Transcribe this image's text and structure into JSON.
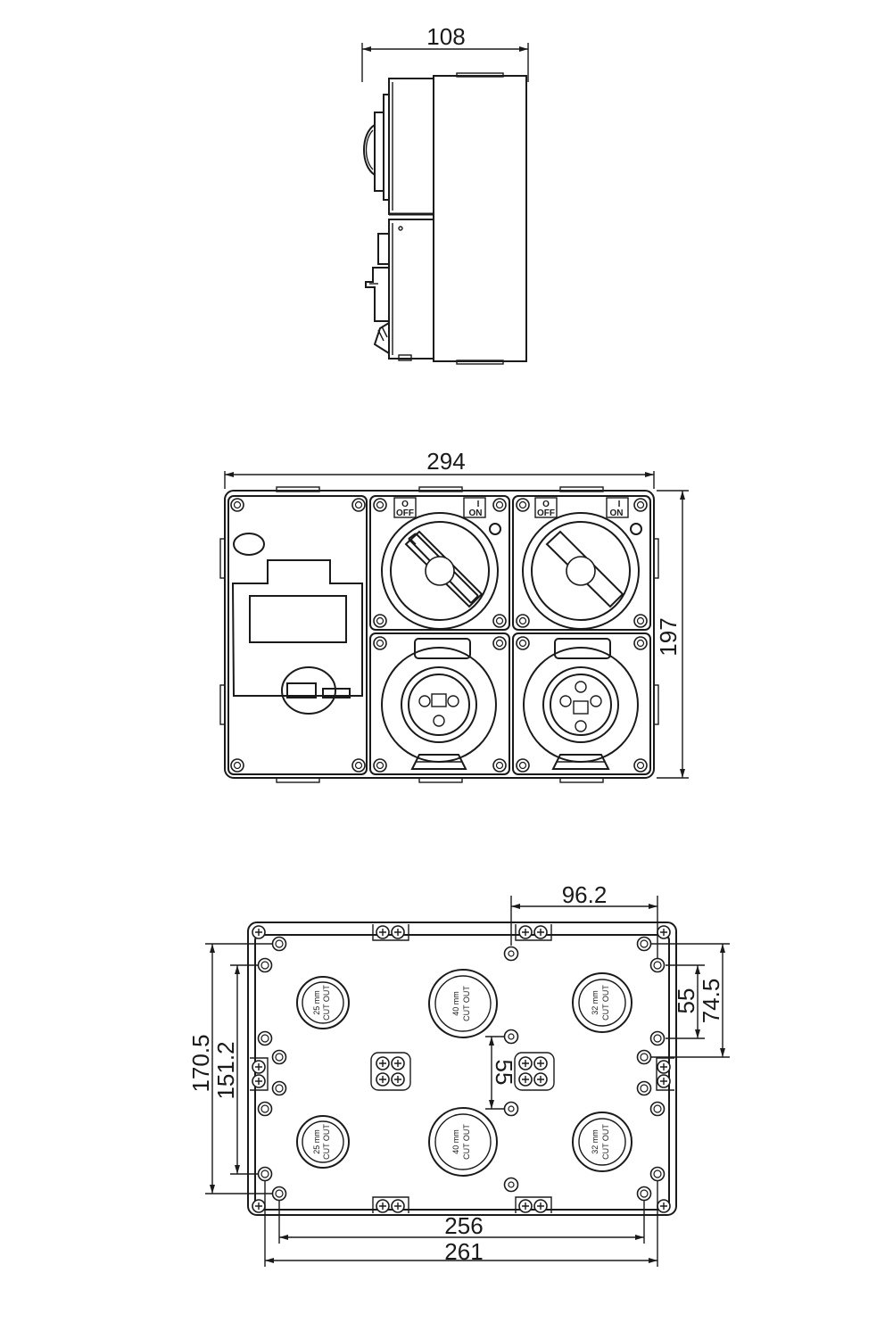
{
  "side_view": {
    "width_dim": "108"
  },
  "front_view": {
    "width_dim": "294",
    "height_dim": "197",
    "switch_left": {
      "off_symbol": "O",
      "off_label": "OFF",
      "on_symbol": "I",
      "on_label": "ON"
    },
    "switch_right": {
      "off_symbol": "O",
      "off_label": "OFF",
      "on_symbol": "I",
      "on_label": "ON"
    }
  },
  "rear_view": {
    "dim_top_spacing": "96.2",
    "dim_right_inner": "55",
    "dim_right_outer": "74.5",
    "dim_center": "55",
    "dim_left_outer": "170.5",
    "dim_left_inner": "151.2",
    "dim_bottom_inner": "256",
    "dim_bottom_outer": "261",
    "cutouts": {
      "tl": {
        "size": "25 mm",
        "label": "CUT OUT"
      },
      "tc": {
        "size": "40 mm",
        "label": "CUT OUT"
      },
      "tr": {
        "size": "32 mm",
        "label": "CUT OUT"
      },
      "bl": {
        "size": "25 mm",
        "label": "CUT OUT"
      },
      "bc": {
        "size": "40 mm",
        "label": "CUT OUT"
      },
      "br": {
        "size": "32 mm",
        "label": "CUT OUT"
      }
    }
  }
}
